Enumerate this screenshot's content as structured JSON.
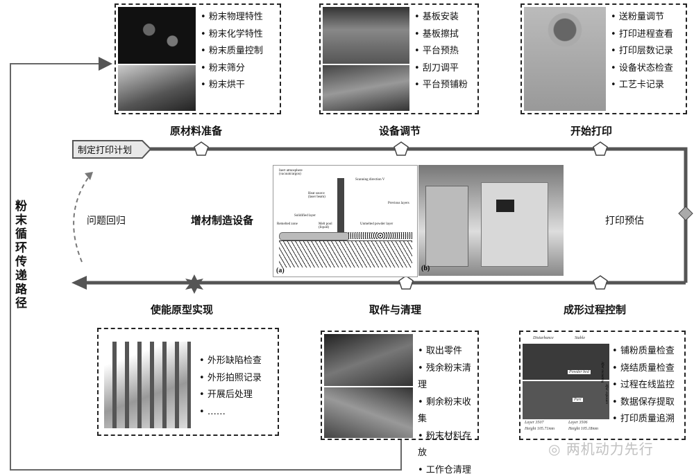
{
  "start_label": "制定打印计划",
  "loop_label": "粉末循环传递路径",
  "center": {
    "left_text": "问题回归",
    "equipment": "增材制造设备",
    "right_text": "打印预估",
    "fig_a": {
      "tag": "(a)",
      "labels": [
        "Inert atmosphere (vacuum/argon)",
        "Scanning direction V",
        "Heat source (laser beam)",
        "Previous layers",
        "Solidified layer",
        "Melt pool (liquid)",
        "Remelted zone",
        "Unmelted powder layer"
      ]
    },
    "fig_b": {
      "tag": "(b)"
    }
  },
  "stages": [
    {
      "title": "原材料准备",
      "items": [
        "粉末物理特性",
        "粉末化学特性",
        "粉末质量控制",
        "粉末筛分",
        "粉末烘干"
      ]
    },
    {
      "title": "设备调节",
      "items": [
        "基板安装",
        "基板擦拭",
        "平台预热",
        "刮刀调平",
        "平台预铺粉"
      ]
    },
    {
      "title": "开始打印",
      "items": [
        "送粉量调节",
        "打印进程查看",
        "打印层数记录",
        "设备状态检查",
        "工艺卡记录"
      ]
    },
    {
      "title": "成形过程控制",
      "items": [
        "铺粉质量检查",
        "烧结质量检查",
        "过程在线监控",
        "数据保存提取",
        "打印质量追溯"
      ],
      "image_labels": {
        "left": "Disturbance",
        "right": "Stable",
        "powder": "Powder bed",
        "part": "Part",
        "after_recoating": "After recoating",
        "after_exposure": "After exposure",
        "layer_l": "Layer 3507",
        "height_l": "Height 105.71mm",
        "layer_r": "Layer 3506",
        "height_r": "Height 105.18mm"
      }
    },
    {
      "title": "取件与清理",
      "items": [
        "取出零件",
        "残余粉末清理",
        "剩余粉末收集",
        "粉末材料存放",
        "工作仓清理"
      ]
    },
    {
      "title": "使能原型实现",
      "items": [
        "外形缺陷检查",
        "外形拍照记录",
        "开展后处理",
        "……"
      ]
    }
  ],
  "watermark": "两机动力先行",
  "colors": {
    "line": "#555555",
    "box": "#222222"
  }
}
